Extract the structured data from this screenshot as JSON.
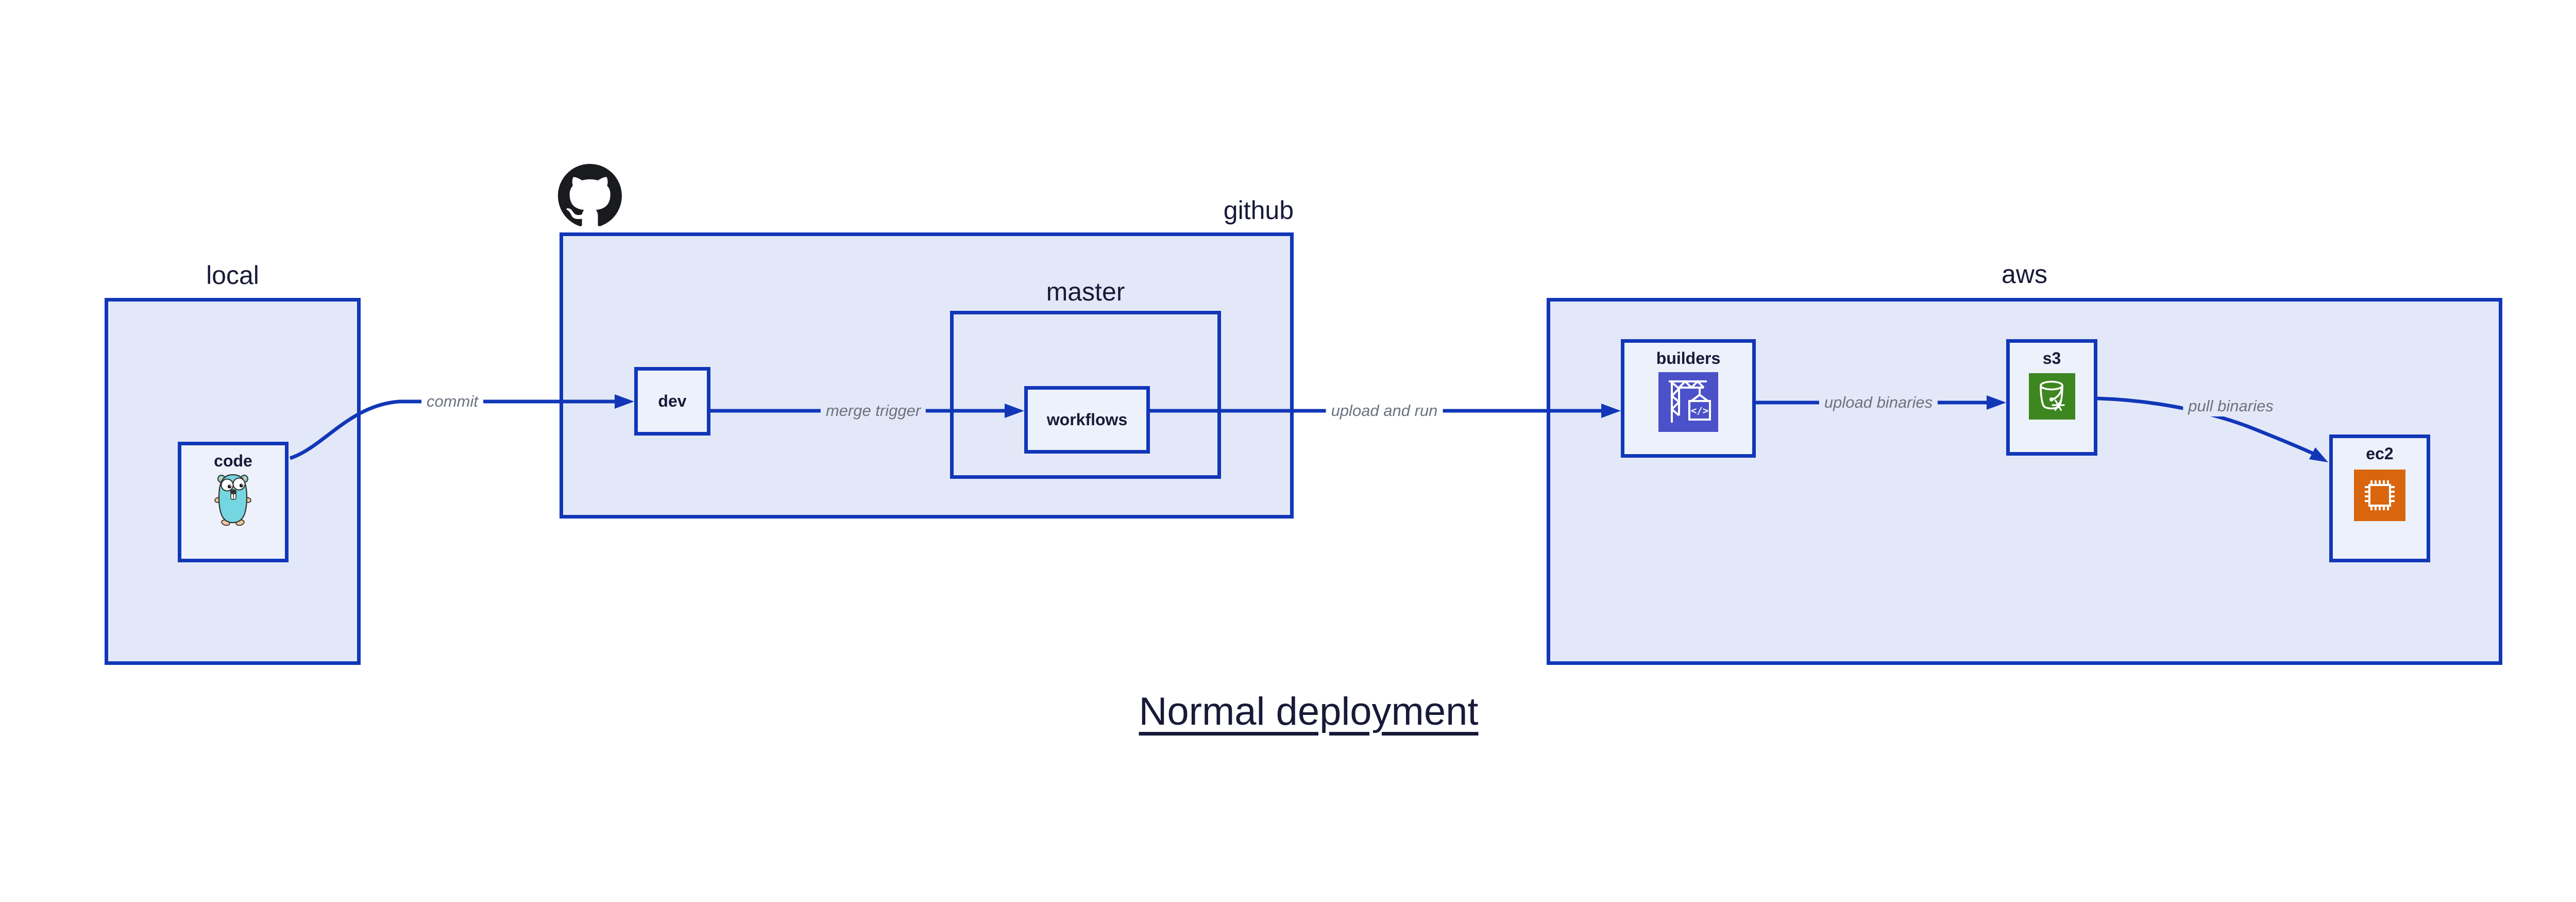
{
  "diagram": {
    "title": "Normal deployment",
    "groups": {
      "local": {
        "label": "local"
      },
      "github": {
        "label": "github",
        "logo_icon": "github-octocat-icon"
      },
      "master": {
        "label": "master"
      },
      "aws": {
        "label": "aws"
      }
    },
    "nodes": {
      "code": {
        "label": "code",
        "icon": "go-gopher-icon"
      },
      "dev": {
        "label": "dev"
      },
      "workflows": {
        "label": "workflows"
      },
      "builders": {
        "label": "builders",
        "icon": "aws-codebuild-crane-icon"
      },
      "s3": {
        "label": "s3",
        "icon": "aws-s3-glacier-bucket-icon"
      },
      "ec2": {
        "label": "ec2",
        "icon": "aws-ec2-chip-icon"
      }
    },
    "edges": {
      "commit": {
        "label": "commit",
        "from": "code",
        "to": "dev"
      },
      "merge_trigger": {
        "label": "merge trigger",
        "from": "dev",
        "to": "workflows"
      },
      "upload_and_run": {
        "label": "upload and run",
        "from": "workflows",
        "to": "builders"
      },
      "upload_binaries": {
        "label": "upload binaries",
        "from": "builders",
        "to": "s3"
      },
      "pull_binaries": {
        "label": "pull binaries",
        "from": "s3",
        "to": "ec2"
      }
    },
    "colors": {
      "edge_and_border_blue": "#1137b8",
      "group_fill": "#e3e8f8",
      "node_fill": "#edf1fb",
      "text_navy": "#181a38",
      "edge_label_gray": "#6d7280",
      "codebuild_indigo": "#4b51c9",
      "s3_green": "#3e8620",
      "ec2_orange": "#d9660f",
      "gopher_teal": "#74d6e0",
      "github_black": "#191b1f"
    }
  }
}
